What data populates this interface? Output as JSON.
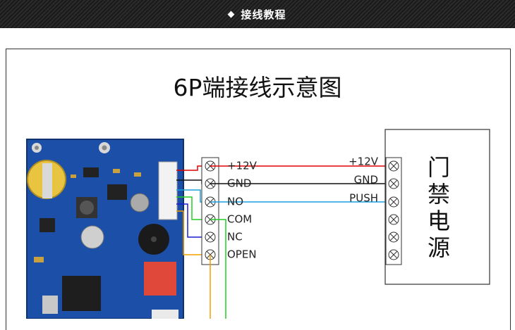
{
  "banner": {
    "title": "接线教程"
  },
  "diagram": {
    "title": "6P端接线示意图",
    "left_terminals": [
      "+12V",
      "GND",
      "NO",
      "COM",
      "NC",
      "OPEN"
    ],
    "right_terminals": [
      "+12V",
      "GND",
      "PUSH"
    ],
    "power_supply_label": [
      "门",
      "禁",
      "电",
      "源"
    ],
    "colors": {
      "plus12v": "#e00000",
      "gnd": "#111111",
      "no_push": "#1aa0e0",
      "com": "#22cc22",
      "nc": "#1a1ad0",
      "open": "#f0a000",
      "pcb": "#1c4fa8"
    }
  }
}
